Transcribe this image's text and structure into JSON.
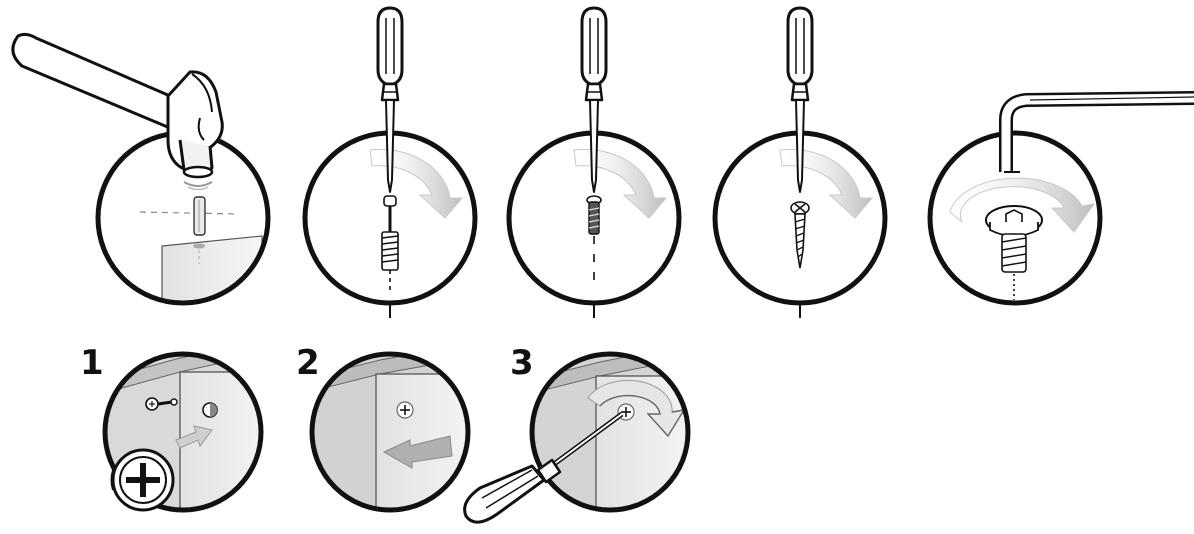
{
  "steps": [
    {
      "number": "1"
    },
    {
      "number": "2"
    },
    {
      "number": "3"
    }
  ],
  "panels": [
    {
      "icon": "hammer-icon"
    },
    {
      "icon": "screwdriver-icon"
    },
    {
      "icon": "screwdriver-icon"
    },
    {
      "icon": "screwdriver-icon"
    },
    {
      "icon": "hex-key-icon"
    }
  ],
  "colors": {
    "ink": "#111111",
    "arrow_fill": "#d8d8d8",
    "panel_fill": "#e6e6e6"
  }
}
